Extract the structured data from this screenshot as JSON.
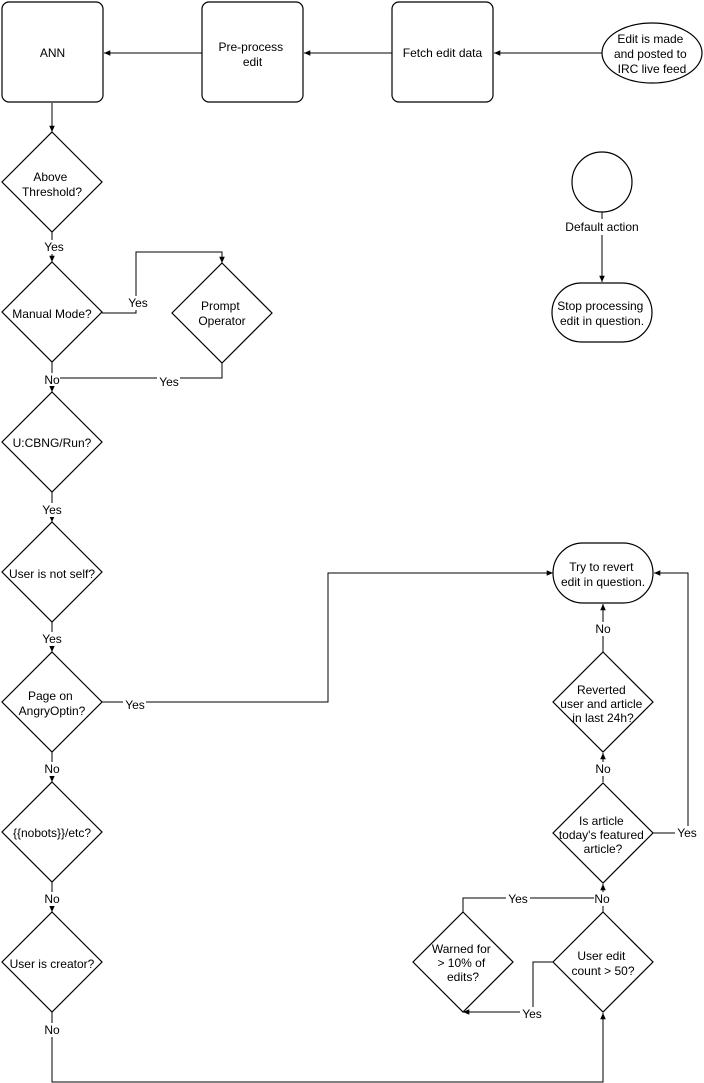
{
  "nodes": {
    "ann": [
      "ANN"
    ],
    "preprocess": [
      "Pre-process",
      "edit"
    ],
    "fetch": [
      "Fetch edit data"
    ],
    "edit_made": [
      "Edit is made",
      "and posted to",
      "IRC live feed"
    ],
    "threshold": [
      "Above",
      "Threshold?"
    ],
    "manual_mode": [
      "Manual Mode?"
    ],
    "prompt_operator": [
      "Prompt",
      "Operator"
    ],
    "run_page": [
      "U:CBNG/Run?"
    ],
    "not_self": [
      "User is not self?"
    ],
    "angry_optin": [
      "Page on",
      "AngryOptin?"
    ],
    "nobots": [
      "{{nobots}}/etc?"
    ],
    "creator": [
      "User is creator?"
    ],
    "default_action": [
      "Default action"
    ],
    "stop_processing": [
      "Stop processing",
      "edit in question."
    ],
    "try_revert": [
      "Try to revert",
      "edit in question."
    ],
    "reverted_recent": [
      "Reverted",
      "user and article",
      "in last 24h?"
    ],
    "featured": [
      "Is article",
      "today's featured",
      "article?"
    ],
    "edit_count": [
      "User edit",
      "count > 50?"
    ],
    "warned": [
      "Warned for",
      "> 10% of",
      "edits?"
    ]
  },
  "edge_labels": {
    "threshold_yes": "Yes",
    "manual_yes": "Yes",
    "manual_no": "No",
    "prompt_yes": "Yes",
    "run_yes": "Yes",
    "not_self_yes": "Yes",
    "angry_yes": "Yes",
    "angry_no": "No",
    "nobots_no": "No",
    "creator_no": "No",
    "reverted_no": "No",
    "featured_no": "No",
    "featured_yes": "Yes",
    "edit_count_no": "No",
    "edit_count_yes": "Yes",
    "warned_yes": "Yes"
  },
  "colors": {
    "stroke": "#000000",
    "fill": "#ffffff",
    "text": "#000000"
  }
}
